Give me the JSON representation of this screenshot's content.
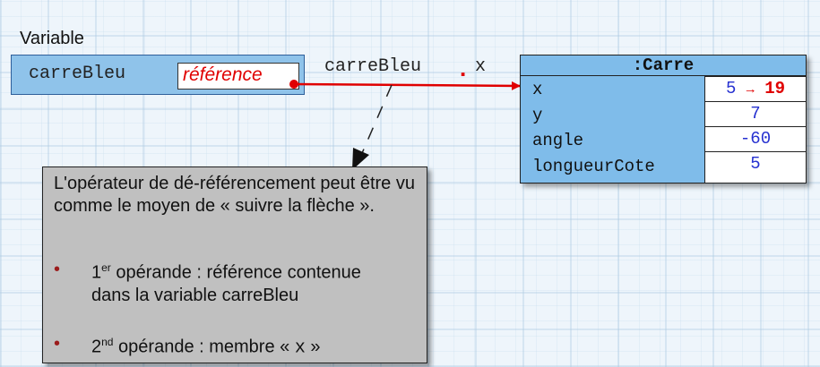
{
  "variable": {
    "label": "Variable",
    "name": "carreBleu",
    "reference": "référence"
  },
  "expression": {
    "object": "carreBleu",
    "operator": ".",
    "member": "x"
  },
  "object": {
    "title": ":Carre",
    "attributes": [
      {
        "name": "x",
        "value": "5",
        "arrow": "→",
        "new_value": "19"
      },
      {
        "name": "y",
        "value": "7"
      },
      {
        "name": "angle",
        "value": "-60"
      },
      {
        "name": "longueurCote",
        "value": "5"
      }
    ]
  },
  "note": {
    "intro": "L'opérateur de dé-référencement peut être vu comme le moyen de « suivre la flèche ».",
    "items": [
      {
        "ordinal": "1",
        "sup": "er",
        "text": " opérande : référence contenue dans la variable carreBleu"
      },
      {
        "ordinal": "2",
        "sup": "nd",
        "text": " opérande : membre « ",
        "code": "x",
        "suffix": " »"
      }
    ],
    "bullet": "•"
  },
  "colors": {
    "variable_box": "#8fc3ea",
    "object_box": "#7fbcea",
    "reference_red": "#e00000",
    "value_blue": "#2530d0",
    "note_gray": "#c0c0c0"
  }
}
